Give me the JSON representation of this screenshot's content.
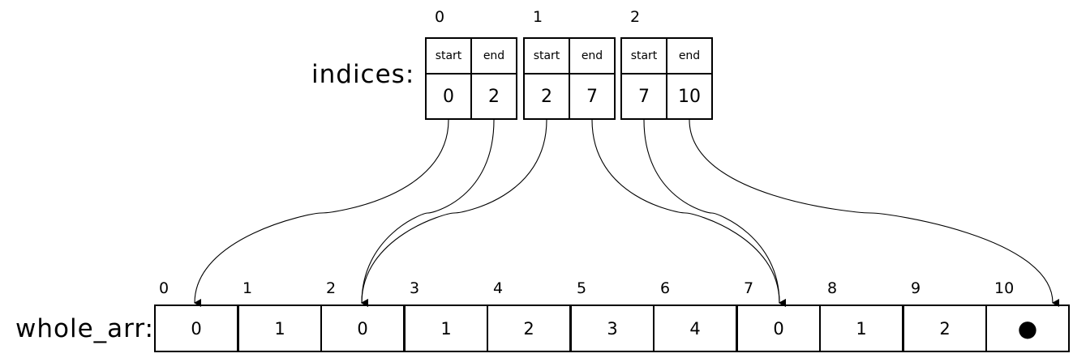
{
  "indices_label": "indices:",
  "whole_arr_label": "whole_arr:",
  "indices": {
    "groups": [
      {
        "index": "0",
        "start_label": "start",
        "end_label": "end",
        "start": "0",
        "end": "2"
      },
      {
        "index": "1",
        "start_label": "start",
        "end_label": "end",
        "start": "2",
        "end": "7"
      },
      {
        "index": "2",
        "start_label": "start",
        "end_label": "end",
        "start": "7",
        "end": "10"
      }
    ]
  },
  "whole_arr": {
    "positions": [
      "0",
      "1",
      "2",
      "3",
      "4",
      "5",
      "6",
      "7",
      "8",
      "9",
      "10"
    ],
    "values": [
      "0",
      "1",
      "0",
      "1",
      "2",
      "3",
      "4",
      "0",
      "1",
      "2",
      "●"
    ]
  },
  "pointers": [
    {
      "from_group": 0,
      "field": "start",
      "to": 0
    },
    {
      "from_group": 0,
      "field": "end",
      "to": 2
    },
    {
      "from_group": 1,
      "field": "start",
      "to": 2
    },
    {
      "from_group": 1,
      "field": "end",
      "to": 7
    },
    {
      "from_group": 2,
      "field": "start",
      "to": 7
    },
    {
      "from_group": 2,
      "field": "end",
      "to": 10
    }
  ]
}
